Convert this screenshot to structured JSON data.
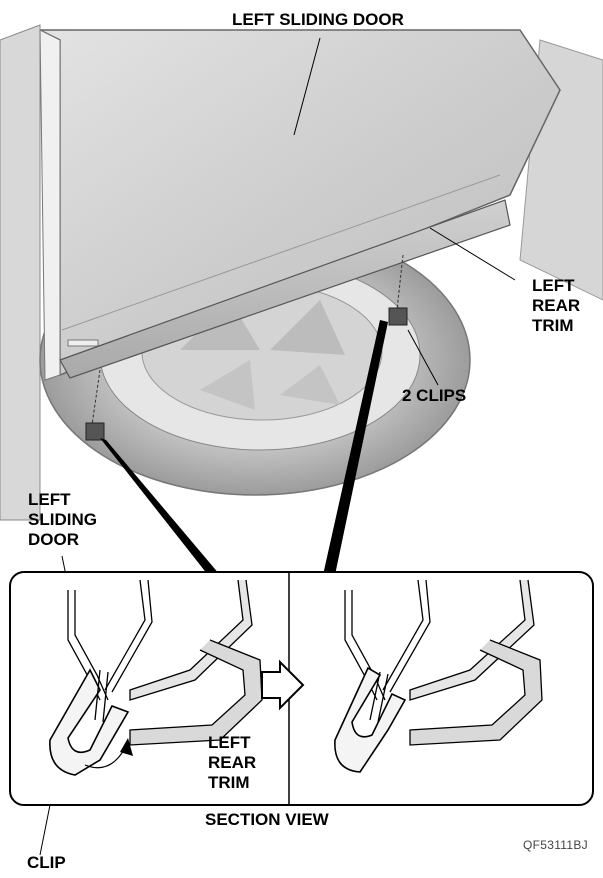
{
  "labels": {
    "left_sliding_door_top": "LEFT SLIDING DOOR",
    "left_rear_trim_right": [
      "LEFT",
      "REAR",
      "TRIM"
    ],
    "two_clips": "2 CLIPS",
    "left_sliding_door_left": [
      "LEFT",
      "SLIDING",
      "DOOR"
    ],
    "left_rear_trim_section": [
      "LEFT",
      "REAR",
      "TRIM"
    ],
    "section_view": "SECTION VIEW",
    "clip": "CLIP",
    "figure_code": "QF53111BJ"
  },
  "colors": {
    "door_panel": "#cfcfcf",
    "trim": "#bdbdbd",
    "tire": "#a8a8a8",
    "wheel": "#dedede",
    "section_background": "#ffffff",
    "section_trim_fill": "#d9d9d9"
  }
}
